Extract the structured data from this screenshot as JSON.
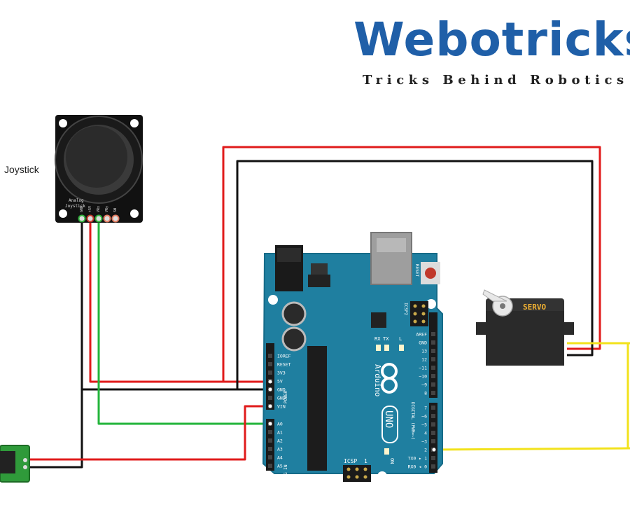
{
  "brand": {
    "logo_text": "Webotricks",
    "tagline": "Tricks Behind Robotics",
    "color": "#1f5fa8"
  },
  "components": {
    "joystick": {
      "label": "Joystick",
      "board_text_1": "Analog",
      "board_text_2": "Joystick",
      "pins": [
        "GND",
        "+5V",
        "VRx",
        "VRy",
        "SW"
      ]
    },
    "arduino": {
      "brand_text": "Arduino",
      "model_text": "UNO",
      "reset_label": "RESET",
      "icsp2_label": "ICSP2",
      "icsp_label": "ICSP",
      "icsp_num": "1",
      "on_label": "ON",
      "tx_label": "TX",
      "rx_label": "RX",
      "l_label": "L",
      "power_label": "POWER",
      "analog_label": "ANALOG IN",
      "digital_label": "DIGITAL (PWM=~)",
      "power_pins": [
        "IOREF",
        "RESET",
        "3V3",
        "5V",
        "GND",
        "GND",
        "VIN"
      ],
      "analog_pins": [
        "A0",
        "A1",
        "A2",
        "A3",
        "A4",
        "A5"
      ],
      "digital_top_pins": [
        "AREF",
        "GND",
        "13",
        "12",
        "~11",
        "~10",
        "~9",
        "8"
      ],
      "digital_bottom_pins": [
        "7",
        "~6",
        "~5",
        "4",
        "~3",
        "2",
        "TX0 ▸ 1",
        "RX0 ◂ 0"
      ]
    },
    "servo": {
      "label": "SERVO",
      "label_color": "#f2b233"
    }
  },
  "wire_colors": {
    "power": "#e01b1b",
    "ground": "#111111",
    "analog_signal": "#22b43a",
    "servo_signal": "#f2e21b"
  }
}
